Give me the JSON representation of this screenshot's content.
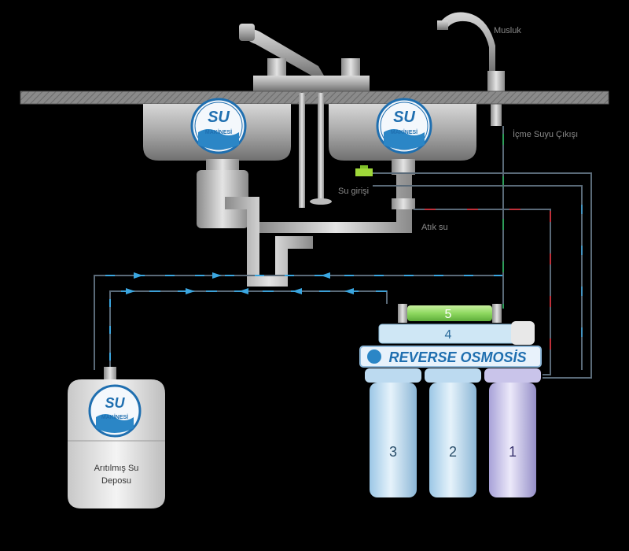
{
  "labels": {
    "musluk": "Musluk",
    "icme_suyu_cikisi": "İçme Suyu Çıkışı",
    "su_girisi": "Su girişi",
    "atik_su": "Atık su",
    "tank_line1": "Arıtılmış Su",
    "tank_line2": "Deposu"
  },
  "brand": {
    "logo_top": "SU",
    "logo_bottom": "MAKİNESİ",
    "banner": "REVERSE OSMOSİS"
  },
  "stages": {
    "membrane": "5",
    "carbon": "4",
    "filter3": "3",
    "filter2": "2",
    "filter1": "1"
  },
  "colors": {
    "background": "#000000",
    "clean_flow": "#3aa6e0",
    "waste_flow": "#c0303a",
    "drink_flow": "#2e9e5a",
    "countertop": "#8a8a8a"
  }
}
